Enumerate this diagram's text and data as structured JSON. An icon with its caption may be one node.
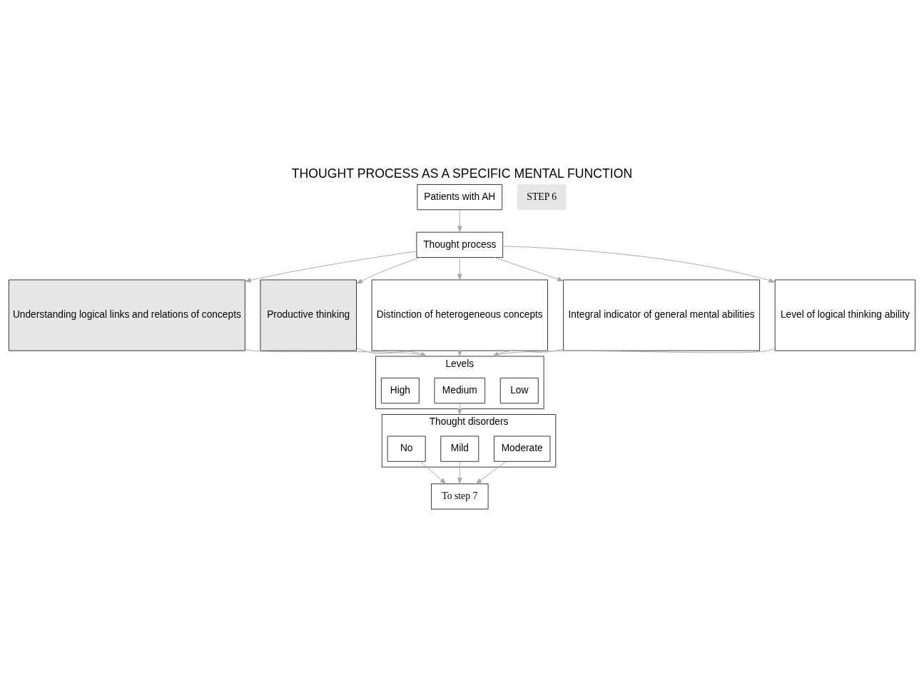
{
  "diagram": {
    "title": "THOUGHT PROCESS AS A SPECIFIC MENTAL FUNCTION",
    "nodes": [
      {
        "text": [
          "Patients with AH"
        ]
      },
      {
        "text": [
          "Thought process"
        ]
      },
      {
        "text": [
          "Understanding logical links and relations of concepts"
        ]
      },
      {
        "text": [
          "Productive thinking"
        ]
      },
      {
        "text": [
          "Distinction of heterogeneous concepts"
        ]
      },
      {
        "text": [
          "Integral indicator of general mental abilities"
        ]
      },
      {
        "text": [
          "Level of logical thinking ability"
        ]
      },
      {
        "text": [
          "Levels"
        ]
      },
      {
        "text": [
          "Low"
        ],
        "in": 7
      },
      {
        "text": [
          "Medium"
        ],
        "in": 7
      },
      {
        "text": [
          "High"
        ],
        "in": 7
      },
      {
        "text": [
          "Thought disorders"
        ]
      },
      {
        "text": [
          "Moderate"
        ],
        "in": 11
      },
      {
        "text": [
          "Mild"
        ],
        "in": 11
      },
      {
        "text": [
          "No"
        ],
        "in": 11
      },
      {
        "text": [
          "To step 7"
        ]
      }
    ],
    "edges": [
      {
        "from": 0,
        "to": 1,
        "arrow": "to"
      },
      {
        "from": 1,
        "to": 2,
        "arrow": "to"
      },
      {
        "from": 1,
        "to": 3,
        "arrow": "to"
      },
      {
        "from": 1,
        "to": 4,
        "arrow": "to"
      },
      {
        "from": 1,
        "to": 5,
        "arrow": "to"
      },
      {
        "from": 1,
        "to": 6,
        "arrow": "to"
      },
      {
        "from": 2,
        "to": 7,
        "arrow": "to"
      },
      {
        "from": 3,
        "to": 7,
        "arrow": "to"
      },
      {
        "from": 4,
        "to": 7,
        "arrow": "to"
      },
      {
        "from": 5,
        "to": 7,
        "arrow": "to"
      },
      {
        "from": 6,
        "to": 7,
        "arrow": "to"
      },
      {
        "from": 9,
        "to": 11,
        "arrow": "to"
      },
      {
        "from": 12,
        "to": 15,
        "arrow": "to"
      },
      {
        "from": 13,
        "to": 15,
        "arrow": "to"
      },
      {
        "from": 14,
        "to": 15,
        "arrow": "to"
      }
    ],
    "labels": [
      "STEP 6"
    ]
  }
}
